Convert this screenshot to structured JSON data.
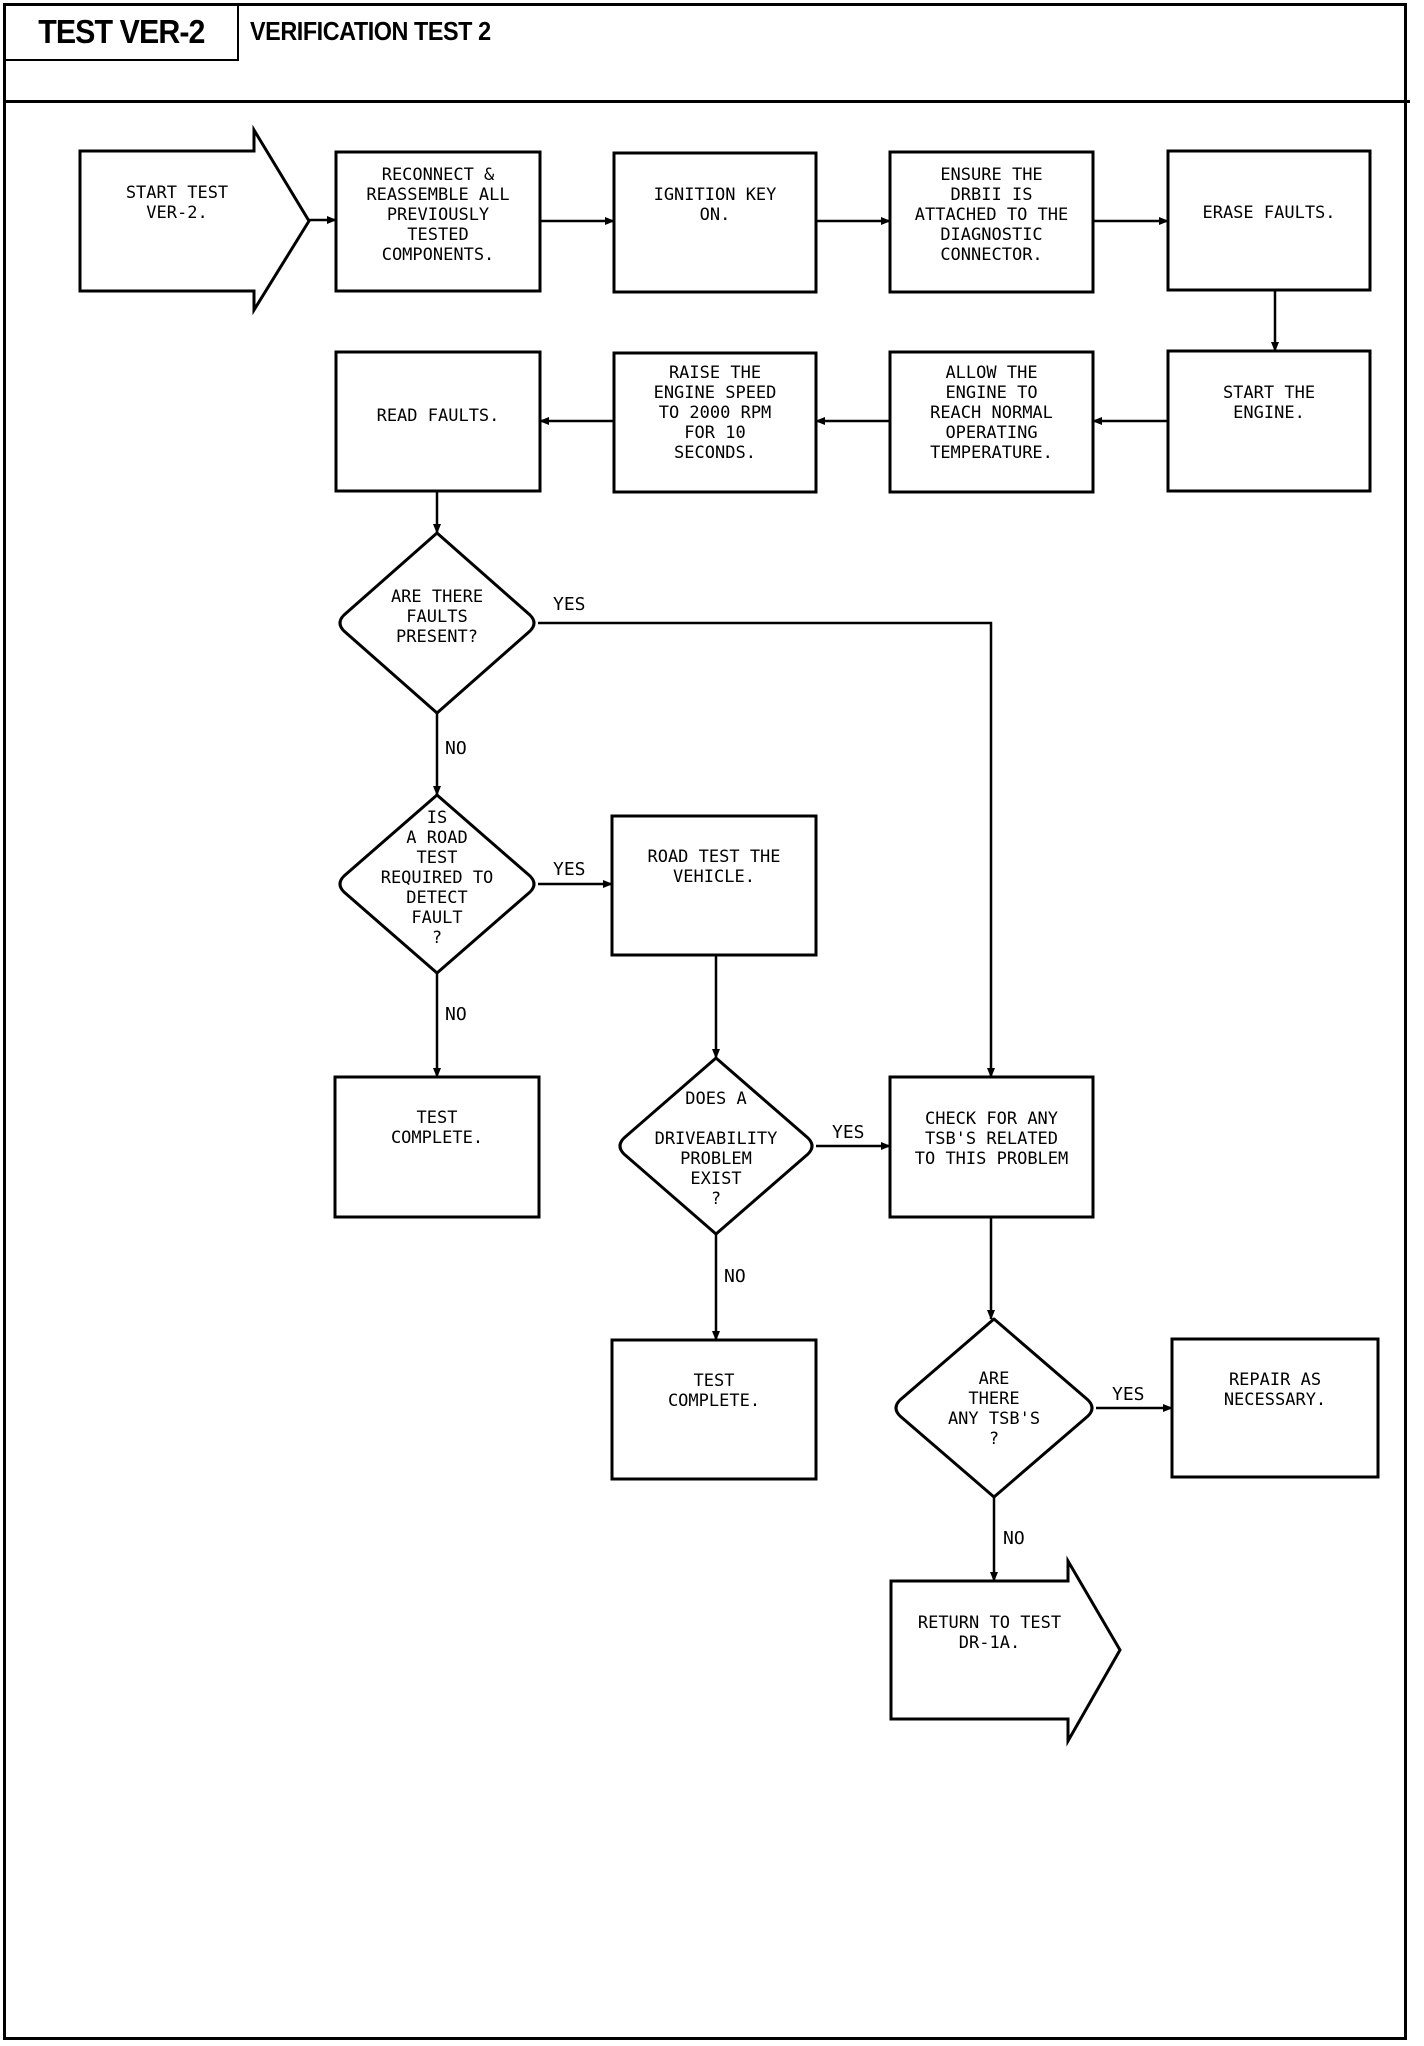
{
  "header": {
    "code": "TEST VER-2",
    "title": "VERIFICATION TEST 2"
  },
  "colors": {
    "ink": "#000000",
    "paper": "#ffffff"
  },
  "nodes": [
    {
      "id": "start",
      "type": "arrow",
      "lines": [
        "START TEST",
        "VER-2."
      ]
    },
    {
      "id": "reconnect",
      "type": "box",
      "lines": [
        "RECONNECT &",
        "REASSEMBLE ALL",
        "PREVIOUSLY",
        "TESTED",
        "COMPONENTS."
      ]
    },
    {
      "id": "ignition",
      "type": "box",
      "lines": [
        "IGNITION KEY",
        "ON."
      ]
    },
    {
      "id": "ensure-drb",
      "type": "box",
      "lines": [
        "ENSURE THE",
        "DRBII IS",
        "ATTACHED TO THE",
        "DIAGNOSTIC",
        "CONNECTOR."
      ]
    },
    {
      "id": "erase-faults",
      "type": "box",
      "lines": [
        "ERASE FAULTS."
      ]
    },
    {
      "id": "start-engine",
      "type": "box",
      "lines": [
        "START THE",
        "ENGINE."
      ]
    },
    {
      "id": "allow-engine",
      "type": "box",
      "lines": [
        "ALLOW THE",
        "ENGINE TO",
        "REACH NORMAL",
        "OPERATING",
        "TEMPERATURE."
      ]
    },
    {
      "id": "raise-speed",
      "type": "box",
      "lines": [
        "RAISE THE",
        "ENGINE SPEED",
        "TO 2000 RPM",
        "FOR 10",
        "SECONDS."
      ]
    },
    {
      "id": "read-faults",
      "type": "box",
      "lines": [
        "READ FAULTS."
      ]
    },
    {
      "id": "faults-present",
      "type": "decision",
      "lines": [
        "ARE THERE",
        "FAULTS",
        "PRESENT?"
      ]
    },
    {
      "id": "road-test-required",
      "type": "decision",
      "lines": [
        "IS",
        "A ROAD",
        "TEST",
        "REQUIRED TO",
        "DETECT",
        "FAULT",
        "?"
      ]
    },
    {
      "id": "road-test",
      "type": "box",
      "lines": [
        "ROAD TEST THE",
        "VEHICLE."
      ]
    },
    {
      "id": "test-complete-1",
      "type": "box",
      "lines": [
        "TEST",
        "COMPLETE."
      ]
    },
    {
      "id": "driveability",
      "type": "decision",
      "lines": [
        "DOES A",
        "",
        "DRIVEABILITY",
        "PROBLEM",
        "EXIST",
        "?"
      ]
    },
    {
      "id": "check-tsb",
      "type": "box",
      "lines": [
        "CHECK FOR ANY",
        "TSB'S RELATED",
        "TO THIS PROBLEM"
      ]
    },
    {
      "id": "test-complete-2",
      "type": "box",
      "lines": [
        "TEST",
        "COMPLETE."
      ]
    },
    {
      "id": "any-tsbs",
      "type": "decision",
      "lines": [
        "ARE",
        "THERE",
        "ANY TSB'S",
        "?"
      ]
    },
    {
      "id": "repair",
      "type": "box",
      "lines": [
        "REPAIR AS",
        "NECESSARY."
      ]
    },
    {
      "id": "return",
      "type": "arrow",
      "lines": [
        "RETURN TO TEST",
        "DR-1A."
      ]
    }
  ],
  "edges": [
    {
      "from": "start",
      "to": "reconnect",
      "label": ""
    },
    {
      "from": "reconnect",
      "to": "ignition",
      "label": ""
    },
    {
      "from": "ignition",
      "to": "ensure-drb",
      "label": ""
    },
    {
      "from": "ensure-drb",
      "to": "erase-faults",
      "label": ""
    },
    {
      "from": "erase-faults",
      "to": "start-engine",
      "label": ""
    },
    {
      "from": "start-engine",
      "to": "allow-engine",
      "label": ""
    },
    {
      "from": "allow-engine",
      "to": "raise-speed",
      "label": ""
    },
    {
      "from": "raise-speed",
      "to": "read-faults",
      "label": ""
    },
    {
      "from": "read-faults",
      "to": "faults-present",
      "label": ""
    },
    {
      "from": "faults-present",
      "to": "check-tsb",
      "label": "YES"
    },
    {
      "from": "faults-present",
      "to": "road-test-required",
      "label": "NO"
    },
    {
      "from": "road-test-required",
      "to": "road-test",
      "label": "YES"
    },
    {
      "from": "road-test-required",
      "to": "test-complete-1",
      "label": "NO"
    },
    {
      "from": "road-test",
      "to": "driveability",
      "label": ""
    },
    {
      "from": "driveability",
      "to": "check-tsb",
      "label": "YES"
    },
    {
      "from": "driveability",
      "to": "test-complete-2",
      "label": "NO"
    },
    {
      "from": "check-tsb",
      "to": "any-tsbs",
      "label": ""
    },
    {
      "from": "any-tsbs",
      "to": "repair",
      "label": "YES"
    },
    {
      "from": "any-tsbs",
      "to": "return",
      "label": "NO"
    }
  ]
}
